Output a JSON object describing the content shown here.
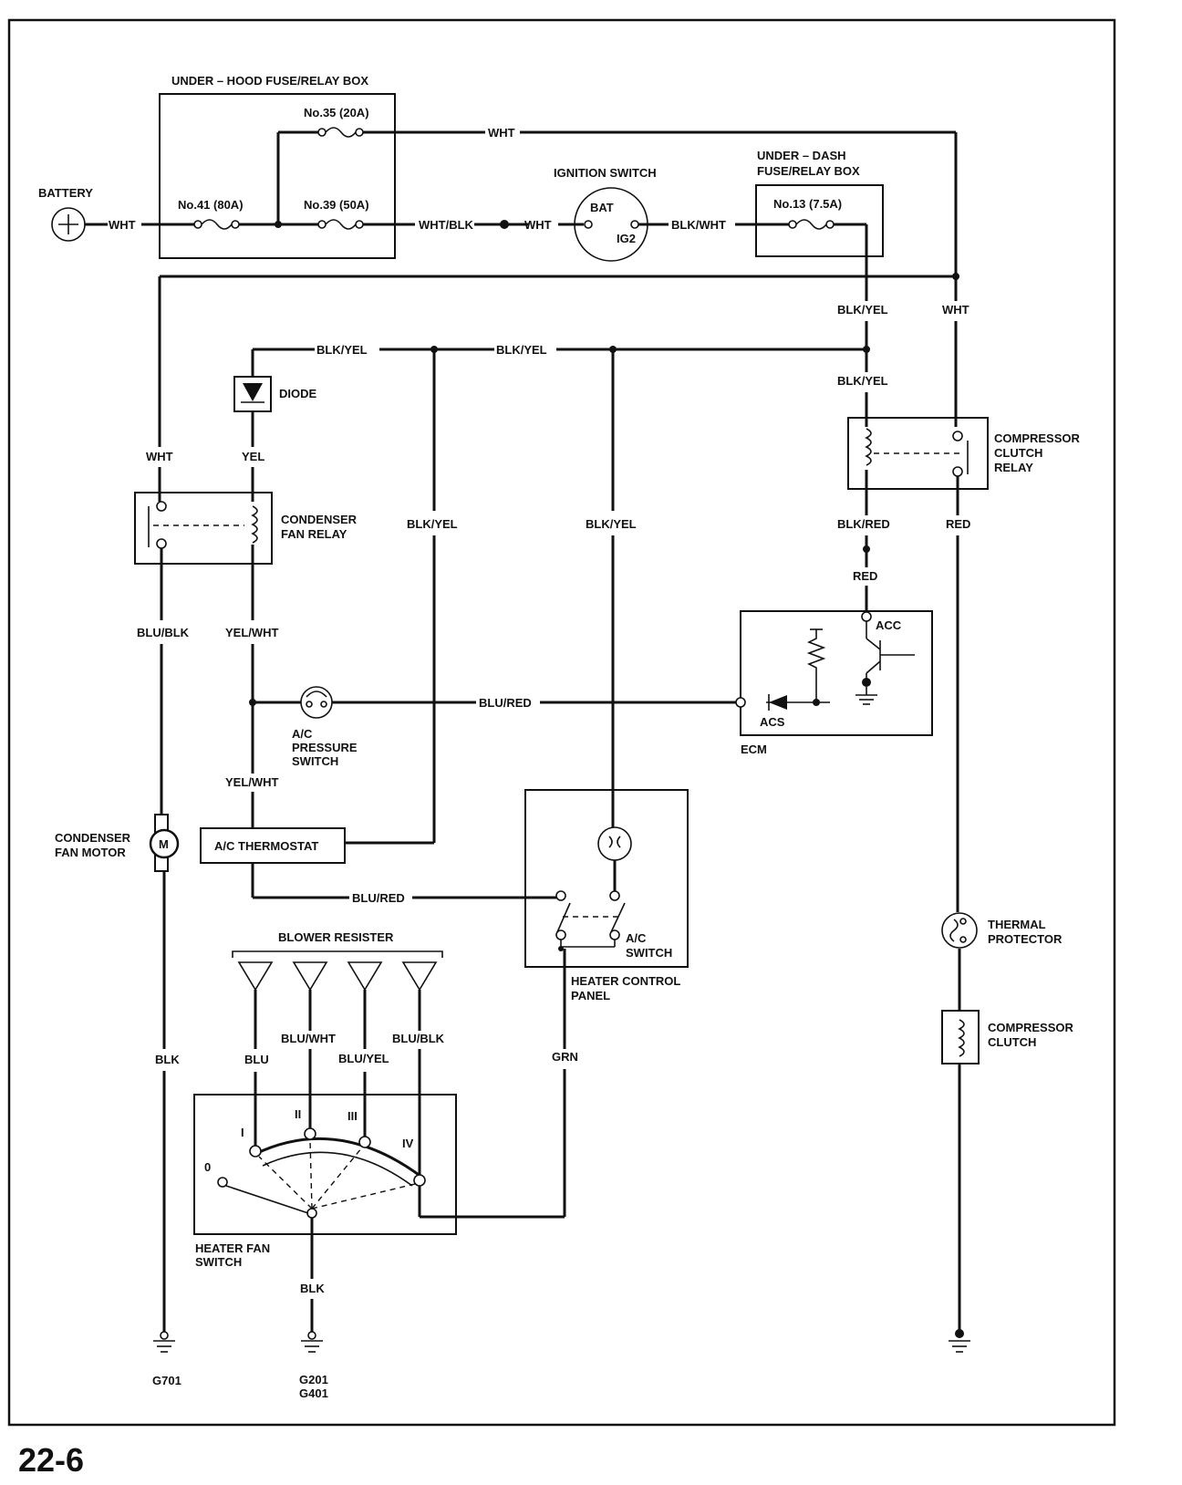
{
  "page_number": "22-6",
  "labels": {
    "underhood_box": "UNDER – HOOD FUSE/RELAY BOX",
    "fuse35": "No.35 (20A)",
    "fuse41": "No.41 (80A)",
    "fuse39": "No.39 (50A)",
    "battery": "BATTERY",
    "ign_switch": "IGNITION SWITCH",
    "bat": "BAT",
    "ig2": "IG2",
    "underdash_box_1": "UNDER – DASH",
    "underdash_box_2": "FUSE/RELAY BOX",
    "fuse13": "No.13 (7.5A)",
    "diode": "DIODE",
    "cond_relay_1": "CONDENSER",
    "cond_relay_2": "FAN RELAY",
    "comp_relay_1": "COMPRESSOR",
    "comp_relay_2": "CLUTCH",
    "comp_relay_3": "RELAY",
    "acc": "ACC",
    "acs": "ACS",
    "ecm": "ECM",
    "press_1": "A/C",
    "press_2": "PRESSURE",
    "press_3": "SWITCH",
    "cond_motor_1": "CONDENSER",
    "cond_motor_2": "FAN MOTOR",
    "motor_m": "M",
    "thermostat": "A/C THERMOSTAT",
    "blower_res": "BLOWER RESISTER",
    "heater_panel_1": "HEATER CONTROL",
    "heater_panel_2": "PANEL",
    "ac_switch_1": "A/C",
    "ac_switch_2": "SWITCH",
    "thermal_1": "THERMAL",
    "thermal_2": "PROTECTOR",
    "clutch_1": "COMPRESSOR",
    "clutch_2": "CLUTCH",
    "fan_switch_1": "HEATER FAN",
    "fan_switch_2": "SWITCH",
    "pos_0": "0",
    "pos_1": "I",
    "pos_2": "II",
    "pos_3": "III",
    "pos_4": "IV",
    "g701": "G701",
    "g201": "G201",
    "g401": "G401"
  },
  "wires": {
    "wht_battery": "WHT",
    "wht_top": "WHT",
    "wht_blk": "WHT/BLK",
    "wht_ign": "WHT",
    "blk_wht": "BLK/WHT",
    "blk_yel_fuse13": "BLK/YEL",
    "wht_right": "WHT",
    "blk_yel_diode": "BLK/YEL",
    "blk_yel_mid": "BLK/YEL",
    "blk_yel_relay": "BLK/YEL",
    "wht_left": "WHT",
    "yel": "YEL",
    "blk_yel_thermo": "BLK/YEL",
    "blk_yel_panel": "BLK/YEL",
    "blk_red": "BLK/RED",
    "red_relay": "RED",
    "red_ecm": "RED",
    "blu_blk_motor": "BLU/BLK",
    "yel_wht_relay": "YEL/WHT",
    "blu_red_ecm": "BLU/RED",
    "yel_wht_thermo": "YEL/WHT",
    "blu_red_panel": "BLU/RED",
    "blk_motor": "BLK",
    "blu": "BLU",
    "blu_wht": "BLU/WHT",
    "blu_yel": "BLU/YEL",
    "blu_blk_switch": "BLU/BLK",
    "grn": "GRN",
    "blk_switch": "BLK"
  }
}
